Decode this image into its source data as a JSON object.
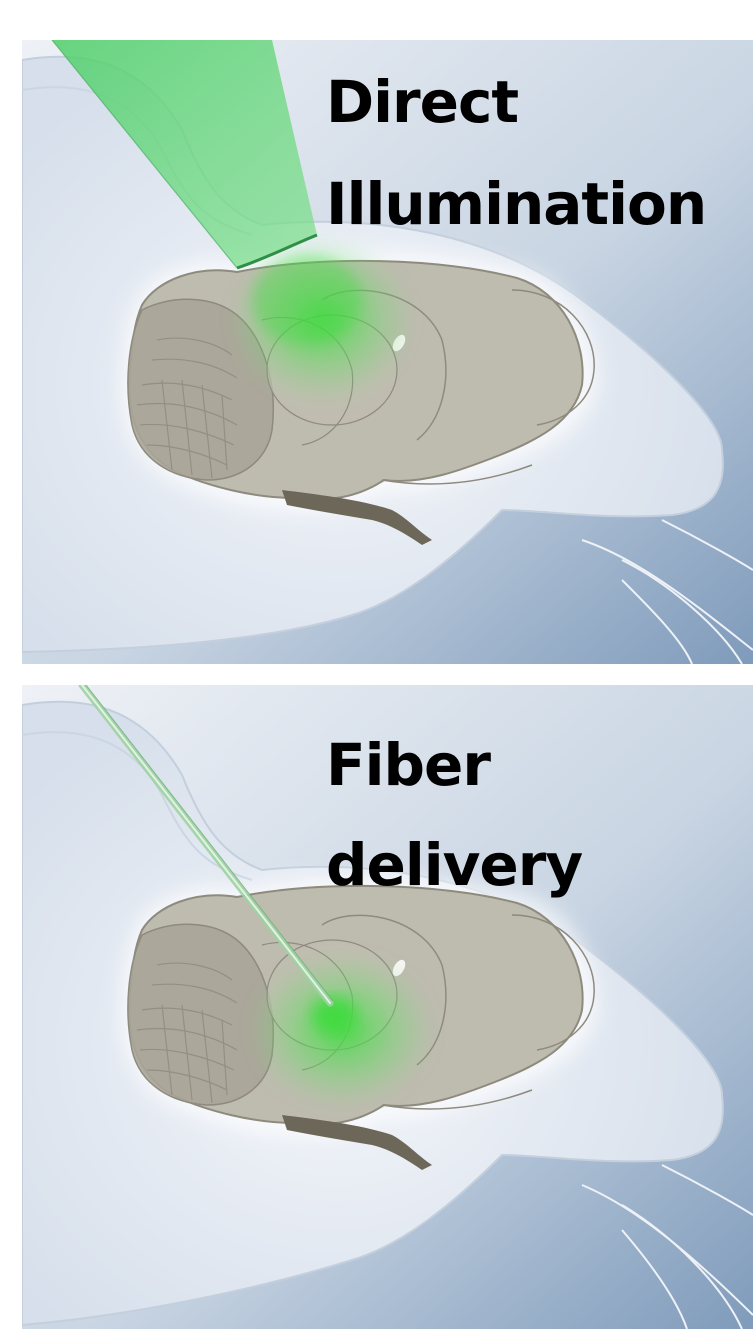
{
  "panels": [
    {
      "label_lines": [
        "Direct",
        "Illumination"
      ],
      "method": "direct-illumination",
      "light_color": "#3ddc3d"
    },
    {
      "label_lines": [
        "Fiber",
        "delivery"
      ],
      "method": "fiber-delivery",
      "light_color": "#3ddc3d"
    }
  ],
  "colors": {
    "background_light": "#e6ebf2",
    "background_blue": "#8fa8c4",
    "head_fill": "#dfe6f0",
    "brain_fill": "#b7b3a6",
    "brain_stroke": "#8e8a7e",
    "light_green": "#3ddc3d"
  }
}
